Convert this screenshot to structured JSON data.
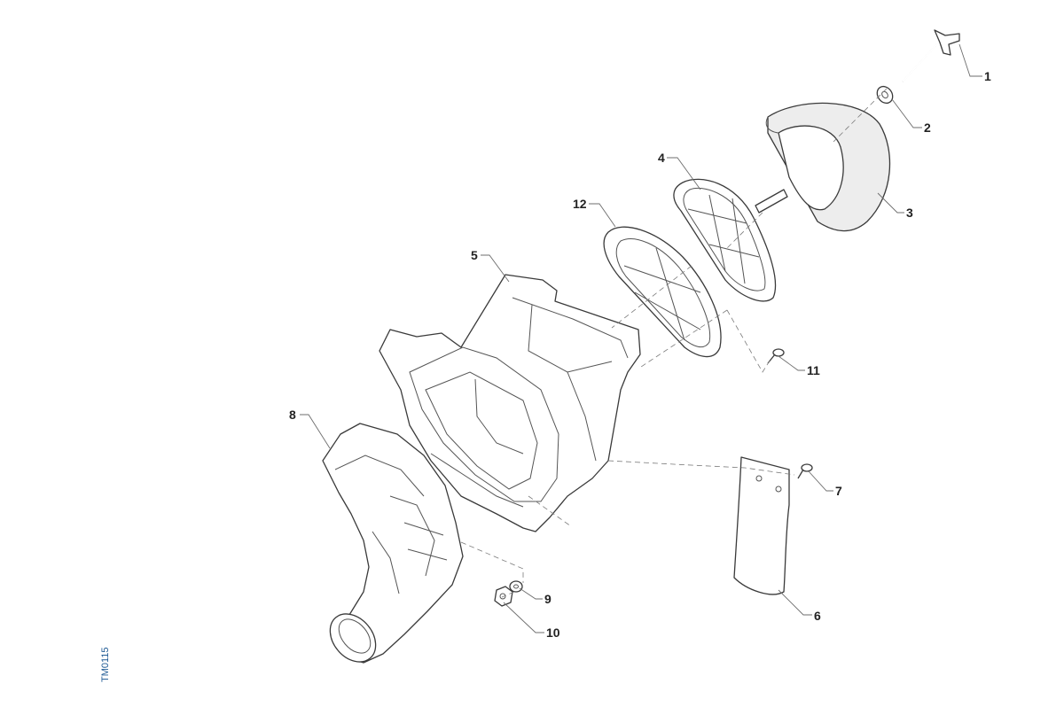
{
  "diagram": {
    "reference_code": "TM0115",
    "callouts": [
      {
        "id": "p1",
        "label": "1"
      },
      {
        "id": "p2",
        "label": "2"
      },
      {
        "id": "p3",
        "label": "3"
      },
      {
        "id": "p4",
        "label": "4"
      },
      {
        "id": "p5",
        "label": "5"
      },
      {
        "id": "p6",
        "label": "6"
      },
      {
        "id": "p7",
        "label": "7"
      },
      {
        "id": "p8",
        "label": "8"
      },
      {
        "id": "p9",
        "label": "9"
      },
      {
        "id": "p10",
        "label": "10"
      },
      {
        "id": "p11",
        "label": "11"
      },
      {
        "id": "p12",
        "label": "12"
      }
    ]
  },
  "colors": {
    "line": "#3a3a3a",
    "reference_code": "#1f5a94",
    "filter_fill": "#ededed"
  }
}
